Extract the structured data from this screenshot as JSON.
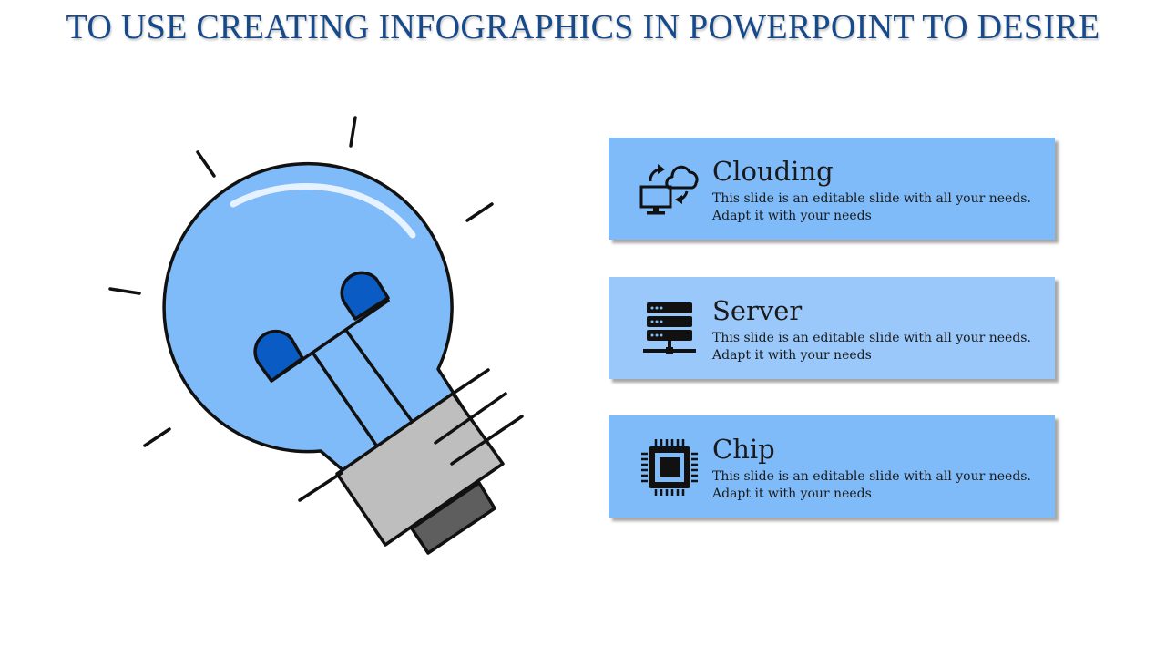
{
  "title": "TO USE CREATING INFOGRAPHICS IN POWERPOINT TO DESIRE",
  "illustration": {
    "icon": "light-bulb-icon",
    "bulb_color": "#80bbf9",
    "accent_color": "#0a5bc4"
  },
  "cards": [
    {
      "heading": "Clouding",
      "line1": "This slide is an editable slide with all your needs.",
      "line2": "Adapt it with your needs",
      "icon": "cloud-computing-icon",
      "color": "#80bbf9"
    },
    {
      "heading": "Server",
      "line1": "This slide is an editable slide with all your needs.",
      "line2": "Adapt it with your needs",
      "icon": "server-icon",
      "color": "#9ac8fb"
    },
    {
      "heading": "Chip",
      "line1": "This slide is an editable slide with all your needs.",
      "line2": "Adapt it with your needs",
      "icon": "chip-icon",
      "color": "#80bbf9"
    }
  ]
}
